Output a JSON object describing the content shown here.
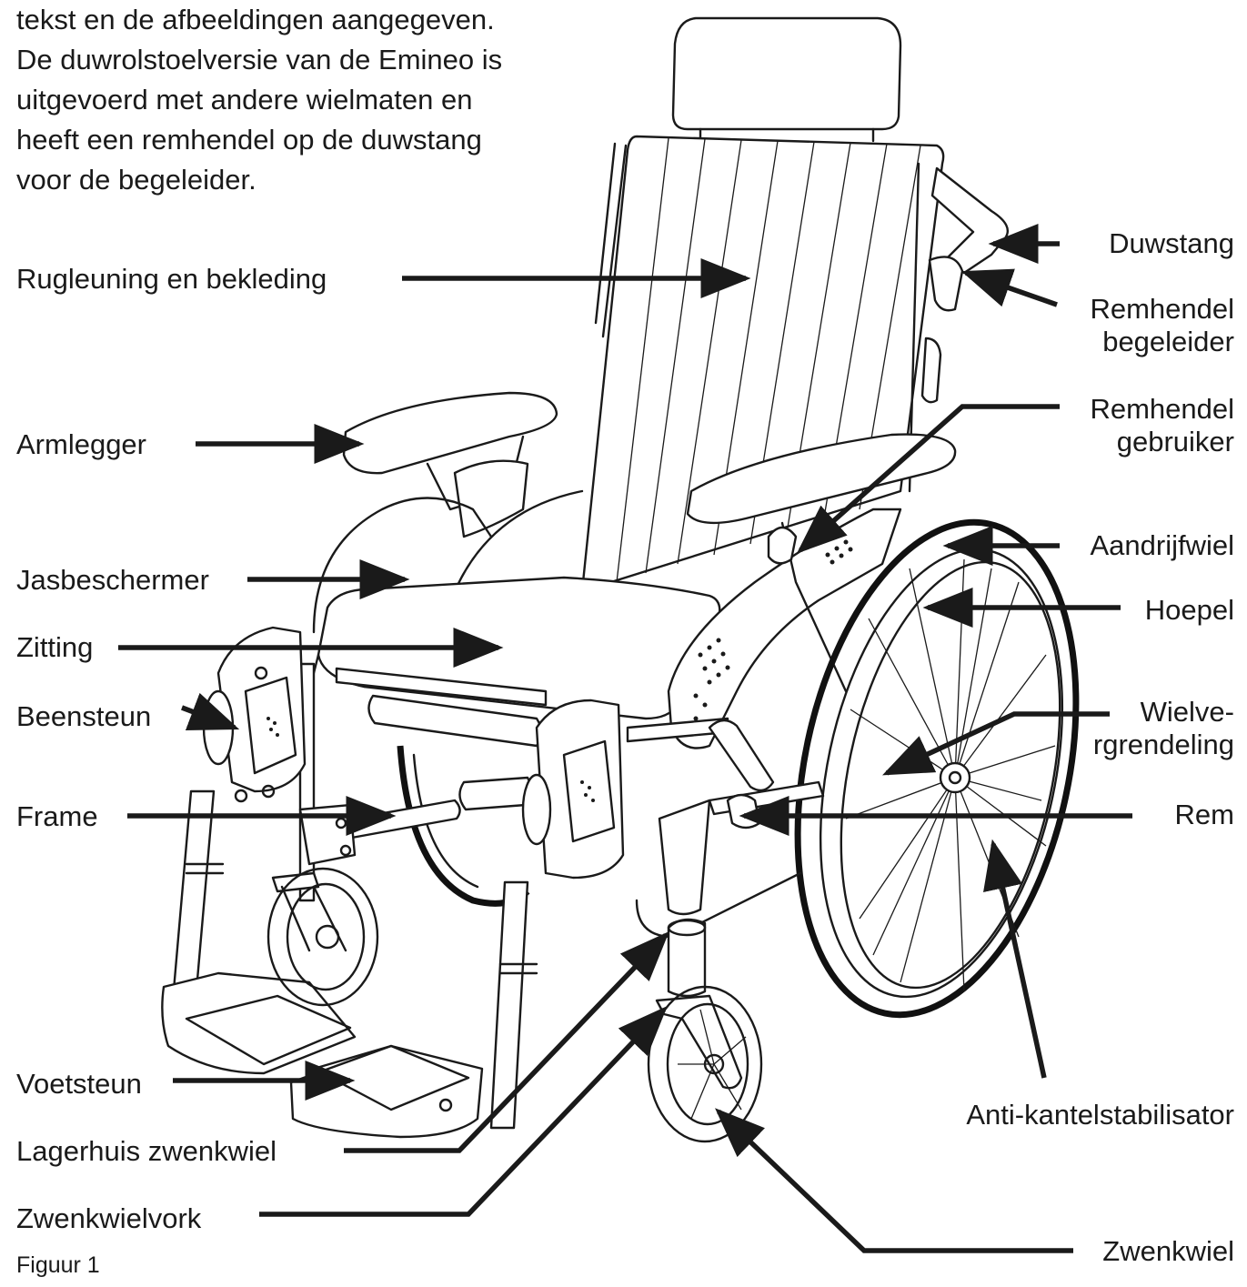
{
  "intro_lines": [
    "tekst en de afbeeldingen aangegeven.",
    "De duwrolstoelversie van de Emineo is",
    "uitgevoerd met andere wielmaten en",
    "heeft een remhendel op de duwstang",
    "voor de begeleider."
  ],
  "labels": {
    "rugleuning": "Rugleuning en bekleding",
    "armlegger": "Armlegger",
    "jasbeschermer": "Jasbeschermer",
    "zitting": "Zitting",
    "beensteun": "Beensteun",
    "frame": "Frame",
    "voetsteun": "Voetsteun",
    "lagerhuis": "Lagerhuis zwenkwiel",
    "zwenkwielvork": "Zwenkwielvork",
    "duwstang": "Duwstang",
    "remhendel_begeleider": [
      "Remhendel",
      "begeleider"
    ],
    "remhendel_gebruiker": [
      "Remhendel",
      "gebruiker"
    ],
    "aandrijfwiel": "Aandrijfwiel",
    "hoepel": "Hoepel",
    "wielvergrendeling": [
      "Wielve-",
      "rgrendeling"
    ],
    "rem": "Rem",
    "anti_kantel": "Anti-kantelstabilisator",
    "zwenkwiel": "Zwenkwiel"
  },
  "caption": "Figuur 1"
}
